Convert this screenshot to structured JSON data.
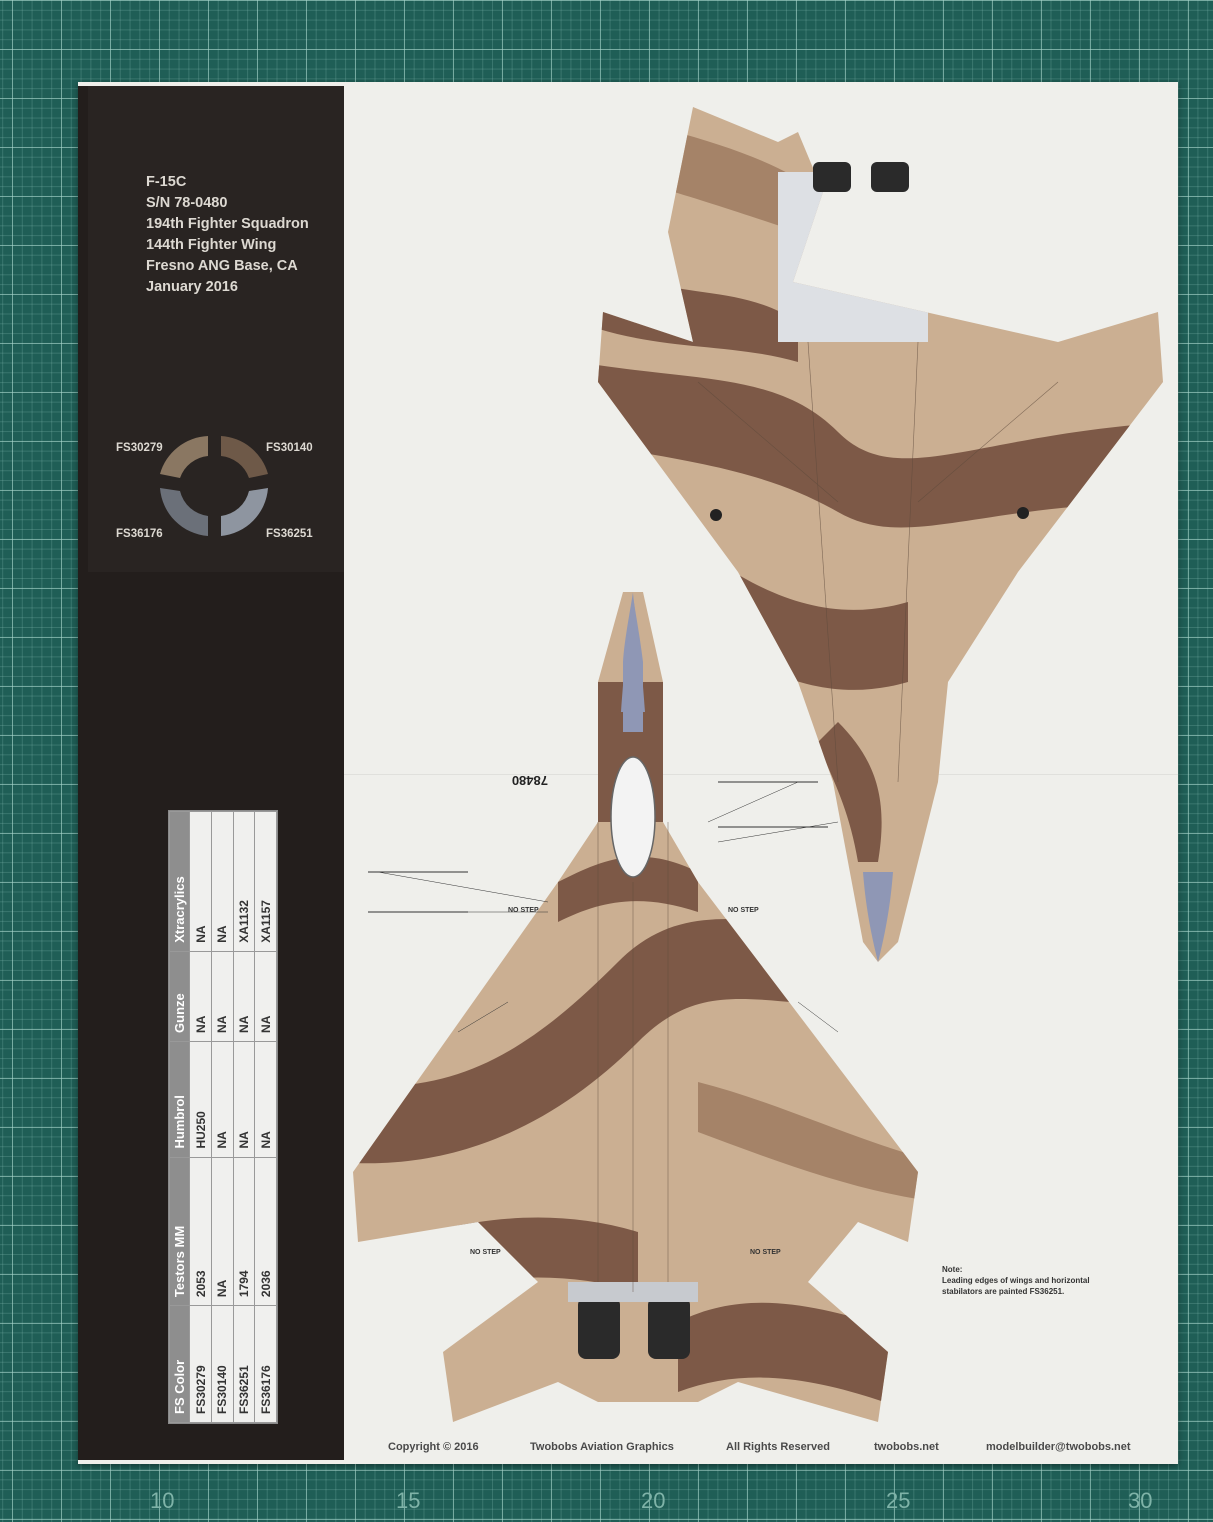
{
  "ruler": {
    "marks": [
      "10",
      "15",
      "20",
      "25",
      "30"
    ]
  },
  "aircraft": {
    "type": "F-15C",
    "serial": "S/N 78-0480",
    "squadron": "194th Fighter Squadron",
    "wing": "144th Fighter Wing",
    "base": "Fresno ANG Base, CA",
    "date": "January 2016"
  },
  "swatches": [
    {
      "code": "FS30279",
      "color": "#8a7762"
    },
    {
      "code": "FS30140",
      "color": "#6e5948"
    },
    {
      "code": "FS36176",
      "color": "#6b7079"
    },
    {
      "code": "FS36251",
      "color": "#8e95a0"
    }
  ],
  "paint_table": {
    "headers": [
      "FS Color",
      "Testors MM",
      "Humbrol",
      "Gunze",
      "Xtracrylics"
    ],
    "rows": [
      [
        "FS30279",
        "2053",
        "HU250",
        "NA",
        "NA"
      ],
      [
        "FS30140",
        "NA",
        "NA",
        "NA",
        "NA"
      ],
      [
        "FS36251",
        "1794",
        "NA",
        "NA",
        "XA1132"
      ],
      [
        "FS36176",
        "2036",
        "NA",
        "NA",
        "XA1157"
      ]
    ]
  },
  "camo_colors": {
    "light_tan": "#cbaf92",
    "dark_brown": "#7d5947",
    "medium_tan": "#a58368",
    "grey": "#dde0e4",
    "radome": "#8f97b5"
  },
  "stencils": {
    "serial_tail": "78480",
    "no_step": "NO STEP"
  },
  "note": {
    "heading": "Note:",
    "text": "Leading edges of wings and horizontal stabilators are painted FS36251."
  },
  "footer": {
    "copyright": "Copyright © 2016",
    "company": "Twobobs Aviation Graphics",
    "rights": "All Rights Reserved",
    "site": "twobobs.net",
    "email": "modelbuilder@twobobs.net"
  }
}
